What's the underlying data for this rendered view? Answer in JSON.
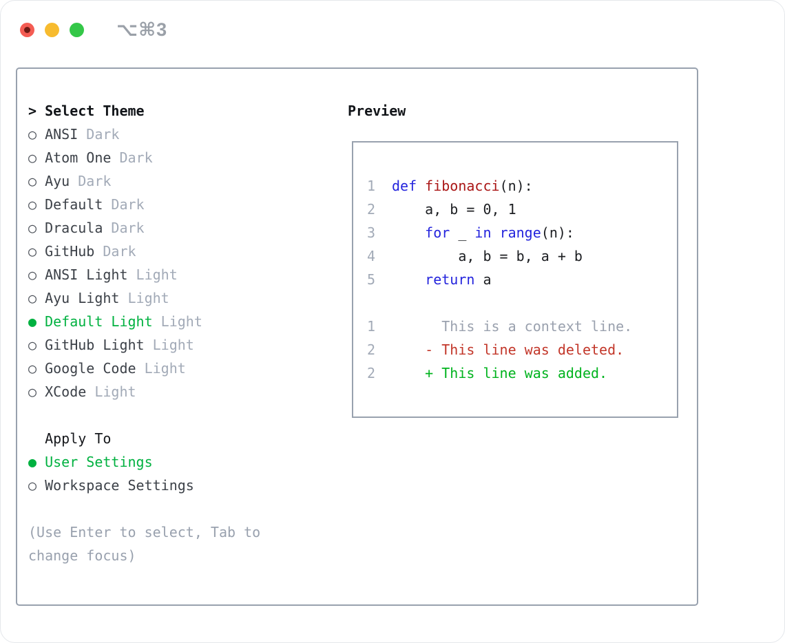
{
  "window": {
    "title": "⌥⌘3",
    "traffic_lights": [
      "close",
      "minimize",
      "zoom"
    ]
  },
  "colors": {
    "traffic-red": "#f45c53",
    "traffic-red-dot": "#6e1a14",
    "traffic-yellow": "#f7bb2f",
    "traffic-green": "#34c748",
    "title-gray": "#9aa0a8",
    "border-gray": "#98a1ae",
    "item-dark": "#3c4148",
    "muted": "#a2aab7",
    "hint-gray": "#99a1ae",
    "green": "#00b140",
    "kw-blue": "#2424dd",
    "fn-red": "#aa1616",
    "code-text": "#1c1e22",
    "linenum": "#a2aab7",
    "ctx-gray": "#9aa1ae",
    "diff-red": "#c23629",
    "diff-green": "#00b31e"
  },
  "theme_picker": {
    "header_prefix": "> ",
    "header": "Select Theme",
    "items": [
      {
        "marker": "○ ",
        "label": "ANSI",
        "variant": " Dark",
        "selected": false
      },
      {
        "marker": "○ ",
        "label": "Atom One",
        "variant": " Dark",
        "selected": false
      },
      {
        "marker": "○ ",
        "label": "Ayu",
        "variant": " Dark",
        "selected": false
      },
      {
        "marker": "○ ",
        "label": "Default",
        "variant": " Dark",
        "selected": false
      },
      {
        "marker": "○ ",
        "label": "Dracula",
        "variant": " Dark",
        "selected": false
      },
      {
        "marker": "○ ",
        "label": "GitHub",
        "variant": " Dark",
        "selected": false
      },
      {
        "marker": "○ ",
        "label": "ANSI Light",
        "variant": " Light",
        "selected": false
      },
      {
        "marker": "○ ",
        "label": "Ayu Light",
        "variant": " Light",
        "selected": false
      },
      {
        "marker": "● ",
        "label": "Default Light",
        "variant": " Light",
        "selected": true
      },
      {
        "marker": "○ ",
        "label": "GitHub Light",
        "variant": " Light",
        "selected": false
      },
      {
        "marker": "○ ",
        "label": "Google Code",
        "variant": " Light",
        "selected": false
      },
      {
        "marker": "○ ",
        "label": "XCode",
        "variant": " Light",
        "selected": false
      }
    ],
    "apply_to": {
      "header": "  Apply To",
      "options": [
        {
          "marker": "● ",
          "label": "User Settings",
          "selected": true
        },
        {
          "marker": "○ ",
          "label": "Workspace Settings",
          "selected": false
        }
      ]
    },
    "hint_line1": "(Use Enter to select, Tab to",
    "hint_line2": "change focus)"
  },
  "preview": {
    "header": "Preview",
    "code_lines": [
      {
        "num": "1",
        "segments": [
          {
            "text": "def",
            "type": "kw"
          },
          {
            "text": " ",
            "type": "pl"
          },
          {
            "text": "fibonacci",
            "type": "fn"
          },
          {
            "text": "(n):",
            "type": "pl"
          }
        ]
      },
      {
        "num": "2",
        "segments": [
          {
            "text": "    a, b = 0, 1",
            "type": "pl"
          }
        ]
      },
      {
        "num": "3",
        "segments": [
          {
            "text": "    ",
            "type": "pl"
          },
          {
            "text": "for",
            "type": "kw"
          },
          {
            "text": " _ ",
            "type": "pl"
          },
          {
            "text": "in",
            "type": "kw"
          },
          {
            "text": " ",
            "type": "pl"
          },
          {
            "text": "range",
            "type": "kw"
          },
          {
            "text": "(n):",
            "type": "pl"
          }
        ]
      },
      {
        "num": "4",
        "segments": [
          {
            "text": "        a, b = b, a + b",
            "type": "pl"
          }
        ]
      },
      {
        "num": "5",
        "segments": [
          {
            "text": "    ",
            "type": "pl"
          },
          {
            "text": "return",
            "type": "kw"
          },
          {
            "text": " a",
            "type": "pl"
          }
        ]
      }
    ],
    "diff_lines": [
      {
        "num": "1",
        "text": "      This is a context line.",
        "kind": "context"
      },
      {
        "num": "2",
        "text": "    - This line was deleted.",
        "kind": "deleted"
      },
      {
        "num": "2",
        "text": "    + This line was added.",
        "kind": "added"
      }
    ]
  }
}
